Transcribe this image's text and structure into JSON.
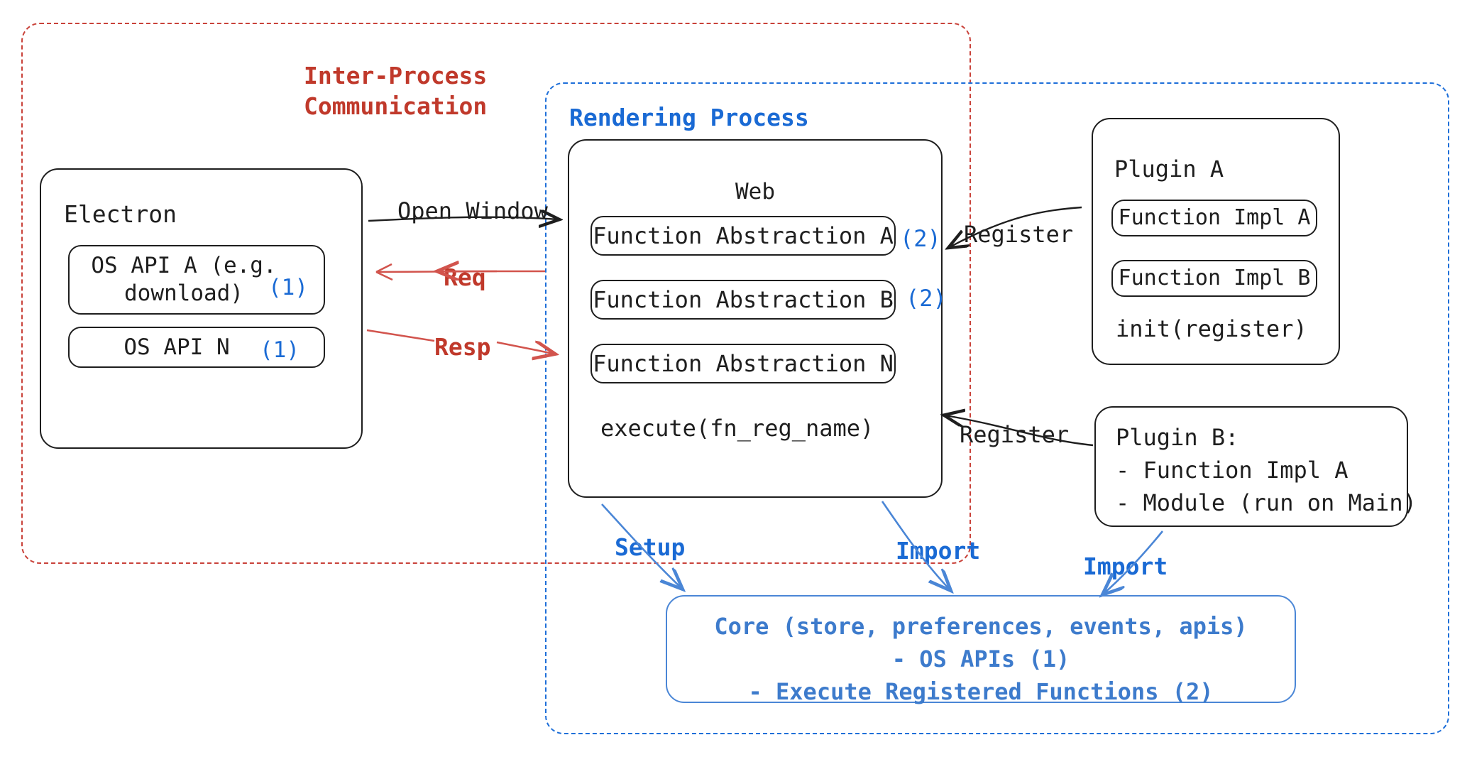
{
  "diagram": {
    "title_hidden": "",
    "colors": {
      "ink": "#1e1e1e",
      "red": "#c0392b",
      "blue": "#1a6ad4",
      "core_blue": "#4a86d6"
    },
    "regions": {
      "ipc": {
        "label": "Inter-Process\nCommunication",
        "style": "red-dashed"
      },
      "rendering": {
        "label": "Rendering Process",
        "style": "blue-dashed"
      }
    },
    "electron": {
      "title": "Electron",
      "apis": [
        {
          "name": "OS API A (e.g.\ndownload)",
          "ref": "(1)"
        },
        {
          "name": "OS API N",
          "ref": "(1)"
        }
      ]
    },
    "web": {
      "title": "Web",
      "abstractions": [
        {
          "name": "Function Abstraction A",
          "ref": "(2)"
        },
        {
          "name": "Function Abstraction B",
          "ref": "(2)"
        },
        {
          "name": "Function Abstraction N",
          "ref": ""
        }
      ],
      "footer": "execute(fn_reg_name)"
    },
    "plugin_a": {
      "title": "Plugin A",
      "items": [
        "Function Impl A",
        "Function Impl B"
      ],
      "footer": "init(register)"
    },
    "plugin_b": {
      "title": "Plugin B:",
      "lines": [
        "- Function Impl A",
        "- Module (run on Main)"
      ]
    },
    "core": {
      "line1": "Core (store, preferences, events, apis)",
      "line2": "- OS APIs (1)",
      "line3": "- Execute Registered Functions (2)"
    },
    "edges": {
      "open_window": "Open Window",
      "req": "Req",
      "resp": "Resp",
      "register_a": "Register",
      "register_b": "Register",
      "setup": "Setup",
      "import_web": "Import",
      "import_plugin": "Import"
    }
  }
}
